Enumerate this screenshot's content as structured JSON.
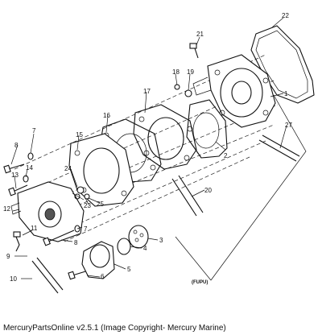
{
  "caption": "MercuryPartsOnline v2.5.1 (Image Copyright- Mercury Marine)",
  "assembly_label": "(FUPU)",
  "callouts": [
    "1",
    "2",
    "3",
    "4",
    "5",
    "6",
    "7",
    "7",
    "8",
    "8",
    "9",
    "10",
    "11",
    "12",
    "13",
    "14",
    "15",
    "16",
    "17",
    "18",
    "19",
    "20",
    "21",
    "22",
    "23",
    "24",
    "25",
    "27"
  ]
}
